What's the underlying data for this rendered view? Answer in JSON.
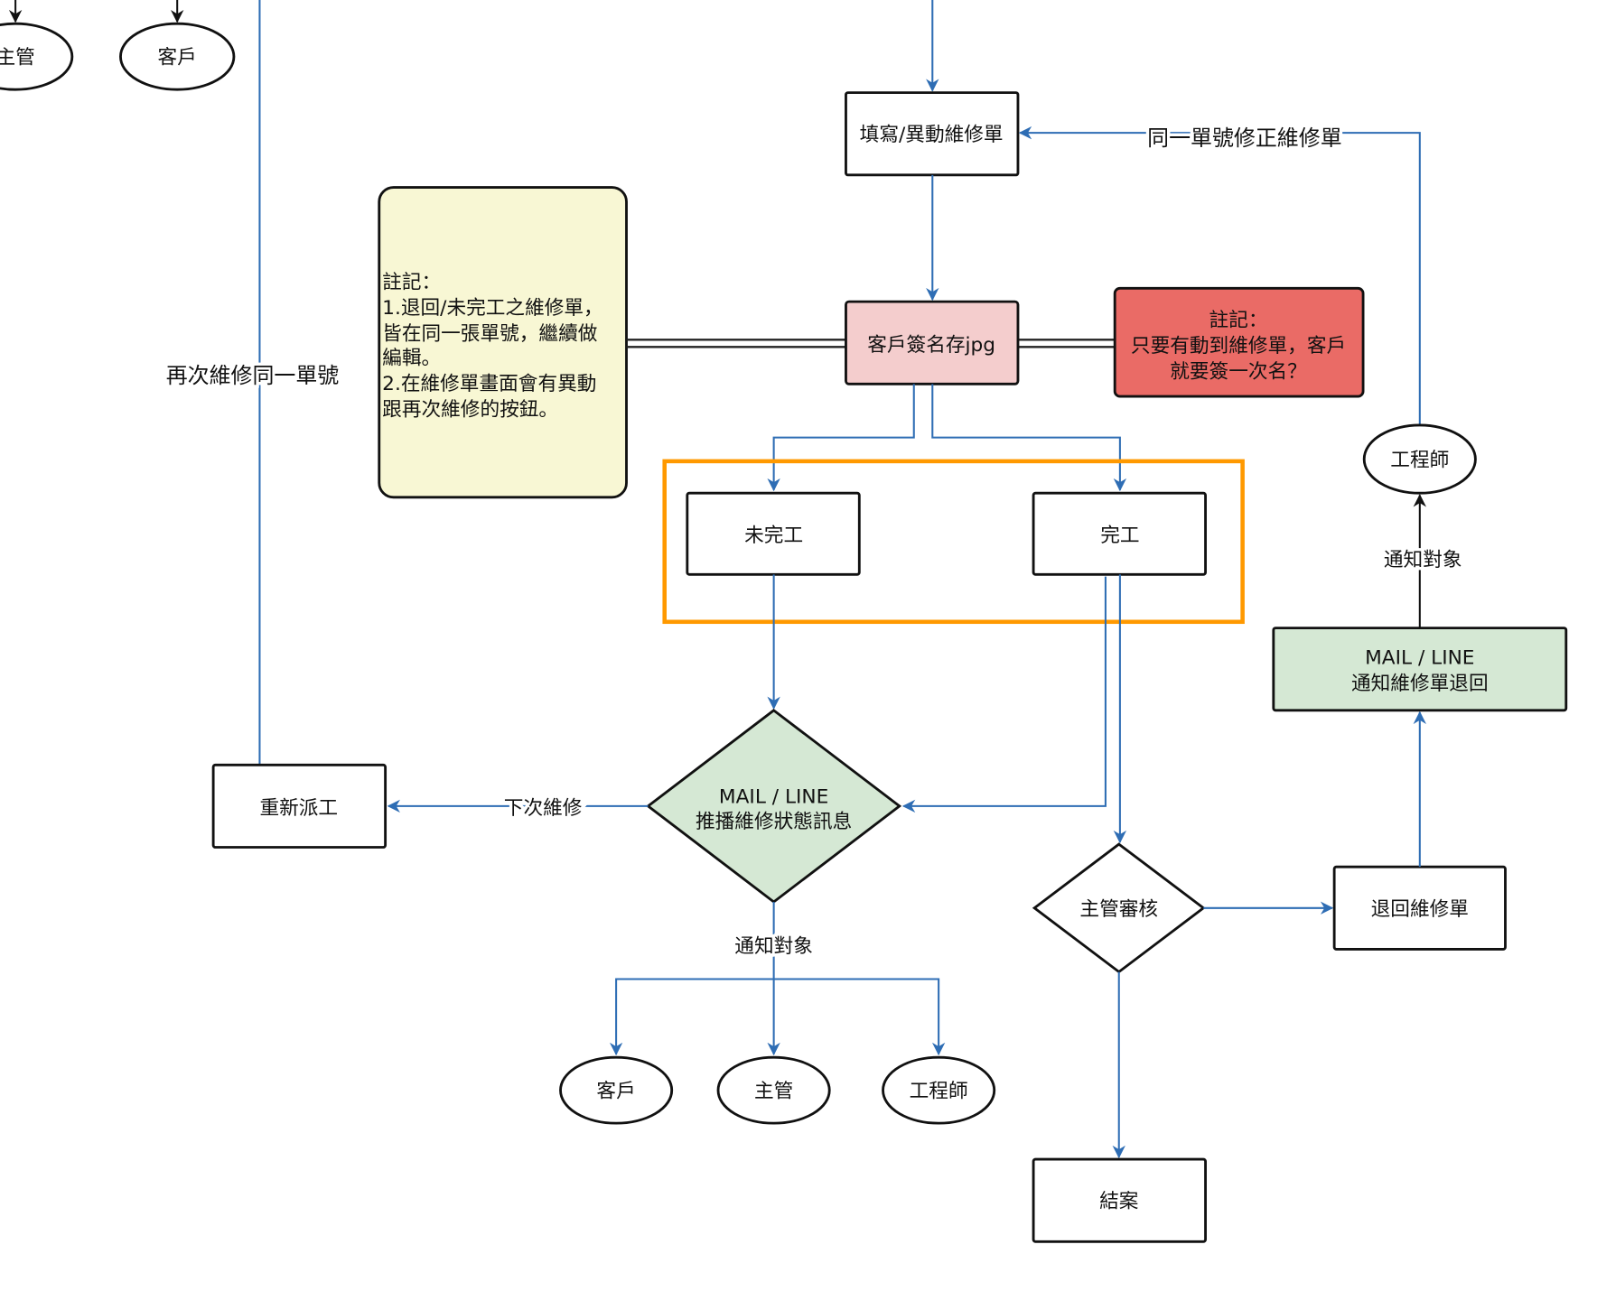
{
  "colors": {
    "flow": "#2e6db4",
    "highlight": "#ff9900",
    "note_yellow": "#f8f7d4",
    "note_red": "#ea6b66",
    "signature": "#f4cdcd",
    "mail_green": "#d5e8d4"
  },
  "top": {
    "ellipse_manager": "主管",
    "ellipse_customer": "客戶"
  },
  "labels": {
    "repair_again": "再次維修同一單號",
    "correct_same": "同一單號修正維修單",
    "next_repair": "下次維修",
    "notify_target": "通知對象",
    "notify_target_right": "通知對象"
  },
  "nodes": {
    "fill_form": "填寫/異動維修單",
    "signature": "客戶簽名存jpg",
    "incomplete": "未完工",
    "complete": "完工",
    "mail_push_l1": "MAIL / LINE",
    "mail_push_l2": "推播維修狀態訊息",
    "redispatch": "重新派工",
    "manager_review": "主管審核",
    "return_form": "退回維修單",
    "mail_return_l1": "MAIL / LINE",
    "mail_return_l2": "通知維修單退回",
    "engineer_right": "工程師",
    "close_case": "結案",
    "customer": "客戶",
    "manager": "主管",
    "engineer": "工程師"
  },
  "note_left": [
    "註記：",
    "1.退回/未完工之維修單，",
    "皆在同一張單號，繼續做",
    "編輯。",
    "2.在維修單畫面會有異動",
    "跟再次維修的按鈕。"
  ],
  "note_right": [
    "註記：",
    "只要有動到維修單，客戶",
    "就要簽一次名？"
  ]
}
